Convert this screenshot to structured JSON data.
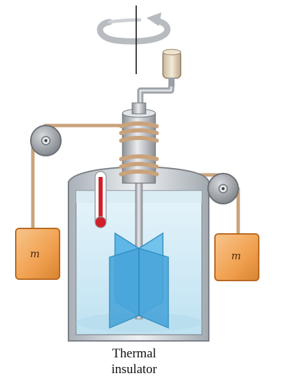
{
  "diagram": {
    "left_mass": {
      "label": "m"
    },
    "right_mass": {
      "label": "m"
    },
    "caption": {
      "line1": "Thermal",
      "line2": "insulator"
    },
    "icons": {
      "rotation": "rotation-arrow-icon",
      "thermometer": "thermometer-icon",
      "crank": "crank-handle-icon"
    },
    "colors": {
      "mass_fill": "#f0a04f",
      "mass_edge": "#b8681f",
      "rope": "#c9a37c",
      "water": "#cde9f5",
      "paddle": "#58b5e6",
      "thermometer": "#d0202a",
      "metal": "#b9bcc0",
      "container_edge": "#7a7f86"
    }
  }
}
